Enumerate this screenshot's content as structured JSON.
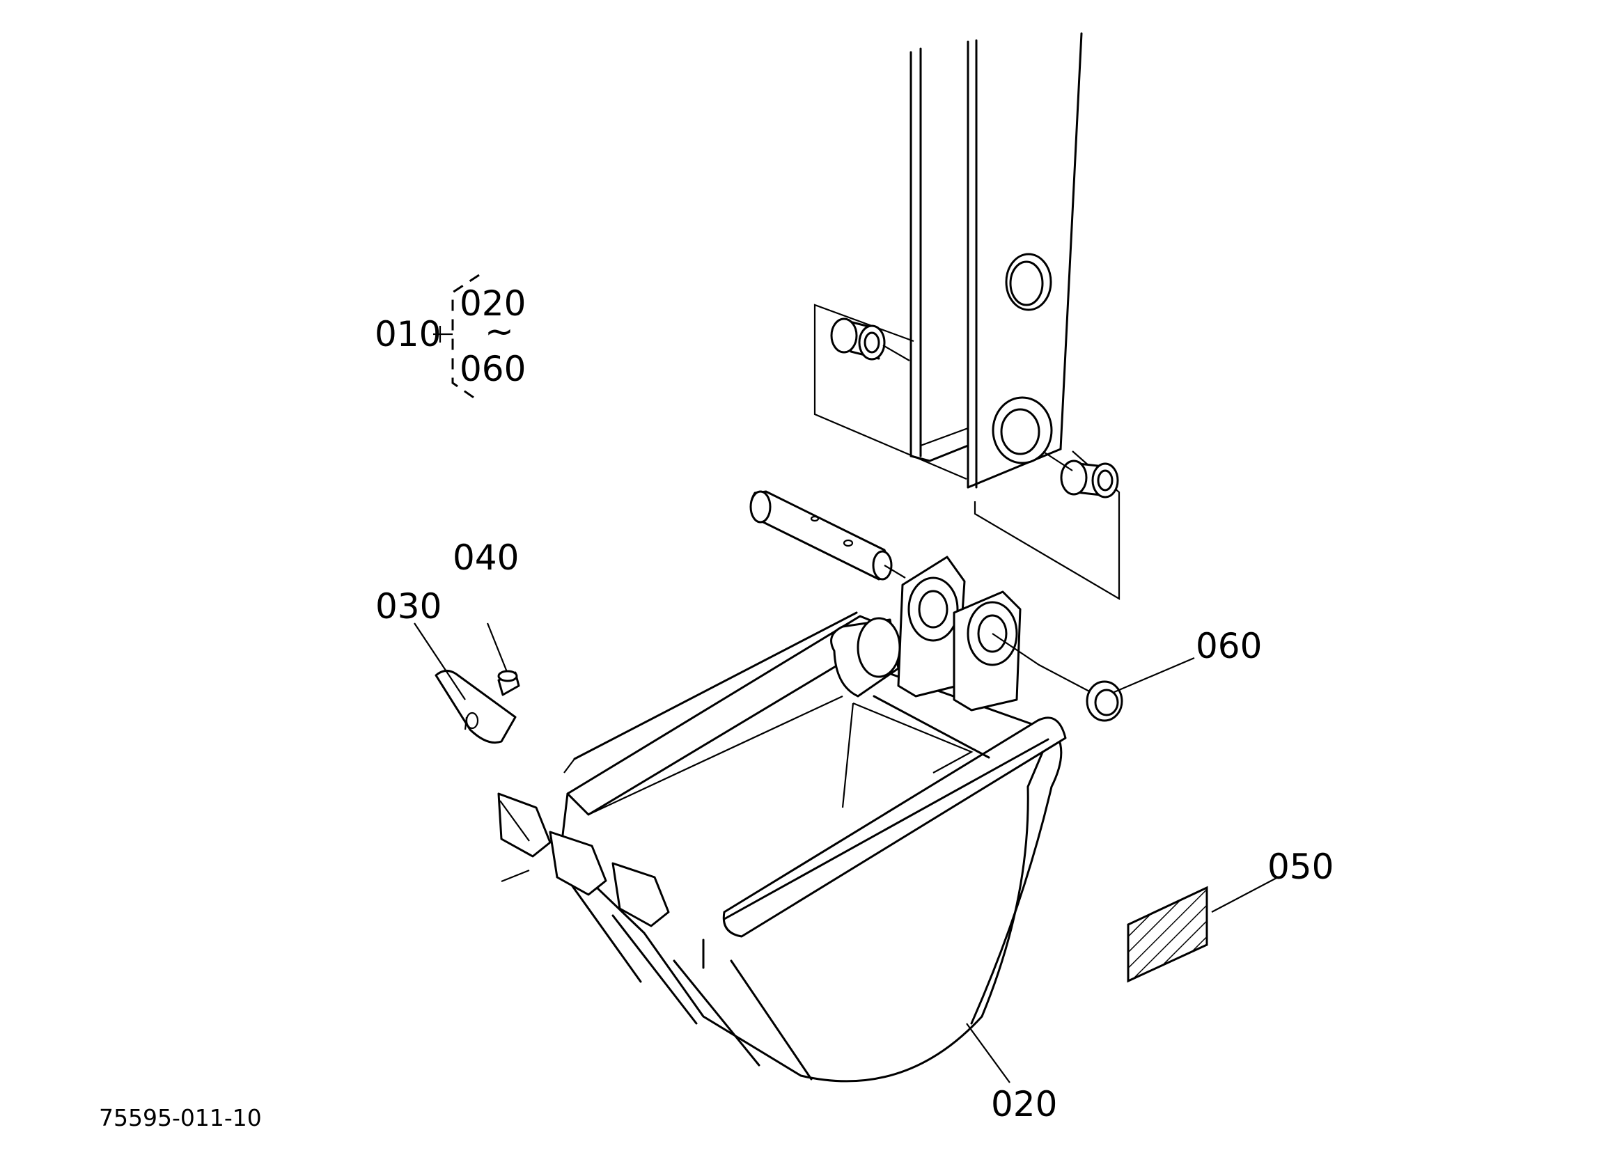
{
  "diagram": {
    "drawing_code": "75595-011-10",
    "assembly": {
      "label": "010",
      "range_start": "020",
      "range_symbol": "~",
      "range_end": "060"
    },
    "callouts": [
      {
        "id": "020",
        "label": "020"
      },
      {
        "id": "030",
        "label": "030"
      },
      {
        "id": "040",
        "label": "040"
      },
      {
        "id": "050",
        "label": "050"
      },
      {
        "id": "060",
        "label": "060"
      }
    ]
  }
}
